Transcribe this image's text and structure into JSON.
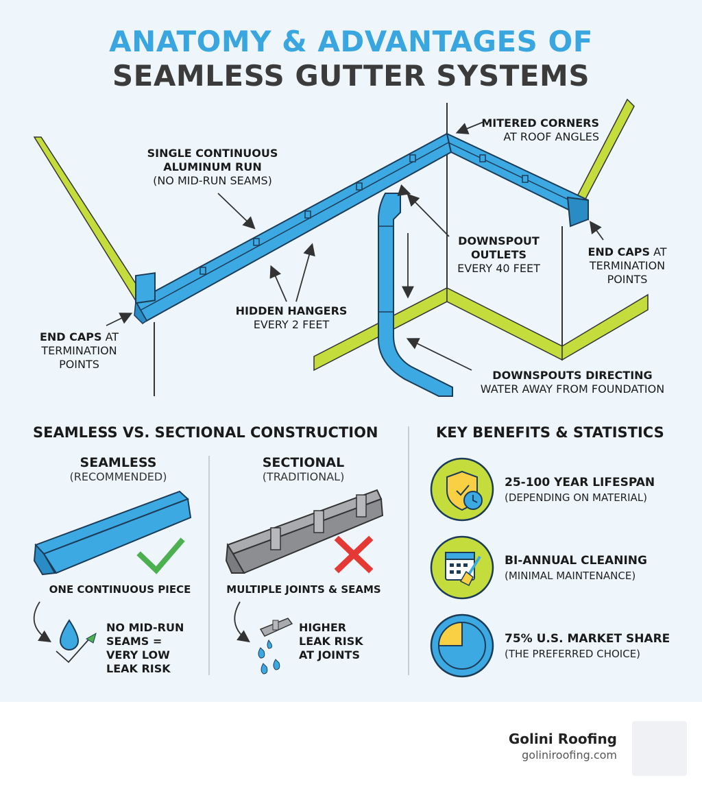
{
  "title": {
    "line1": "ANATOMY & ADVANTAGES OF",
    "line2": "SEAMLESS GUTTER SYSTEMS"
  },
  "diagram": {
    "single_run": {
      "line1": "SINGLE CONTINUOUS",
      "line2": "ALUMINUM RUN",
      "line3": "(NO MID-RUN SEAMS)"
    },
    "mitered": {
      "line1": "MITERED CORNERS",
      "line2": "AT ROOF ANGLES"
    },
    "downspout_outlets": {
      "line1": "DOWNSPOUT",
      "line2": "OUTLETS",
      "line3": "EVERY 40 FEET"
    },
    "end_caps_right": {
      "bold": "END CAPS",
      "rest": " AT",
      "line2": "TERMINATION",
      "line3": "POINTS"
    },
    "end_caps_left": {
      "bold": "END CAPS",
      "rest": " AT",
      "line2": "TERMINATION",
      "line3": "POINTS"
    },
    "hidden_hangers": {
      "line1": "HIDDEN HANGERS",
      "line2": "EVERY 2 FEET"
    },
    "downspouts": {
      "line1": "DOWNSPOUTS DIRECTING",
      "line2": "WATER AWAY FROM FOUNDATION"
    }
  },
  "comparison": {
    "heading": "SEAMLESS VS. SECTIONAL CONSTRUCTION",
    "seamless": {
      "title": "SEAMLESS",
      "subtitle": "(RECOMMENDED)",
      "caption": "ONE CONTINUOUS PIECE",
      "note": [
        "NO MID-RUN",
        "SEAMS =",
        "VERY LOW",
        "LEAK RISK"
      ]
    },
    "sectional": {
      "title": "SECTIONAL",
      "subtitle": "(TRADITIONAL)",
      "caption": "MULTIPLE JOINTS & SEAMS",
      "note": [
        "HIGHER",
        "LEAK RISK",
        "AT JOINTS"
      ]
    }
  },
  "benefits": {
    "heading": "KEY BENEFITS & STATISTICS",
    "items": [
      {
        "title": "25-100 YEAR LIFESPAN",
        "sub": "(DEPENDING ON MATERIAL)",
        "icon": "shield-clock-icon"
      },
      {
        "title": "BI-ANNUAL CLEANING",
        "sub": "(MINIMAL MAINTENANCE)",
        "icon": "calendar-brush-icon"
      },
      {
        "title": "75% U.S. MARKET SHARE",
        "sub": "(THE PREFERRED CHOICE)",
        "icon": "pie-chart-icon",
        "share": 0.75
      }
    ]
  },
  "footer": {
    "brand": "Golini Roofing",
    "url": "goliniroofing.com"
  },
  "colors": {
    "accent_blue": "#3aa6e0",
    "gutter_blue": "#3ca9e2",
    "roof_green": "#c4dc3c",
    "title_gray": "#3b3b3b",
    "check_green": "#4caf50",
    "cross_red": "#e53935",
    "benefit_circle": "#c4dc3c",
    "pie_yellow": "#f9cf43"
  }
}
